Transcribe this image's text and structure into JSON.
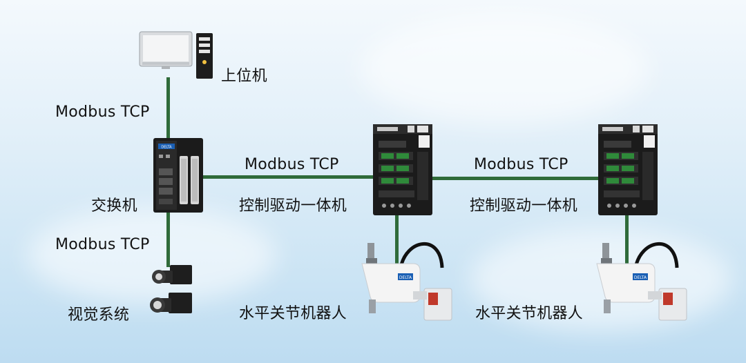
{
  "nodes": {
    "host_pc": "上位机",
    "switch": "交换机",
    "vision": "视觉系统",
    "controller_1": "控制驱动一体机",
    "controller_2": "控制驱动一体机",
    "scara_1": "水平关节机器人",
    "scara_2": "水平关节机器人"
  },
  "links": {
    "pc_switch": "Modbus TCP",
    "switch_vision": "Modbus TCP",
    "switch_ctrl1": "Modbus TCP",
    "ctrl1_ctrl2": "Modbus TCP"
  },
  "brand_text": "DELTA",
  "colors": {
    "link_line": "#2f6b3a",
    "brand_blue": "#1a5fb4",
    "device_black": "#1b1b1b"
  }
}
